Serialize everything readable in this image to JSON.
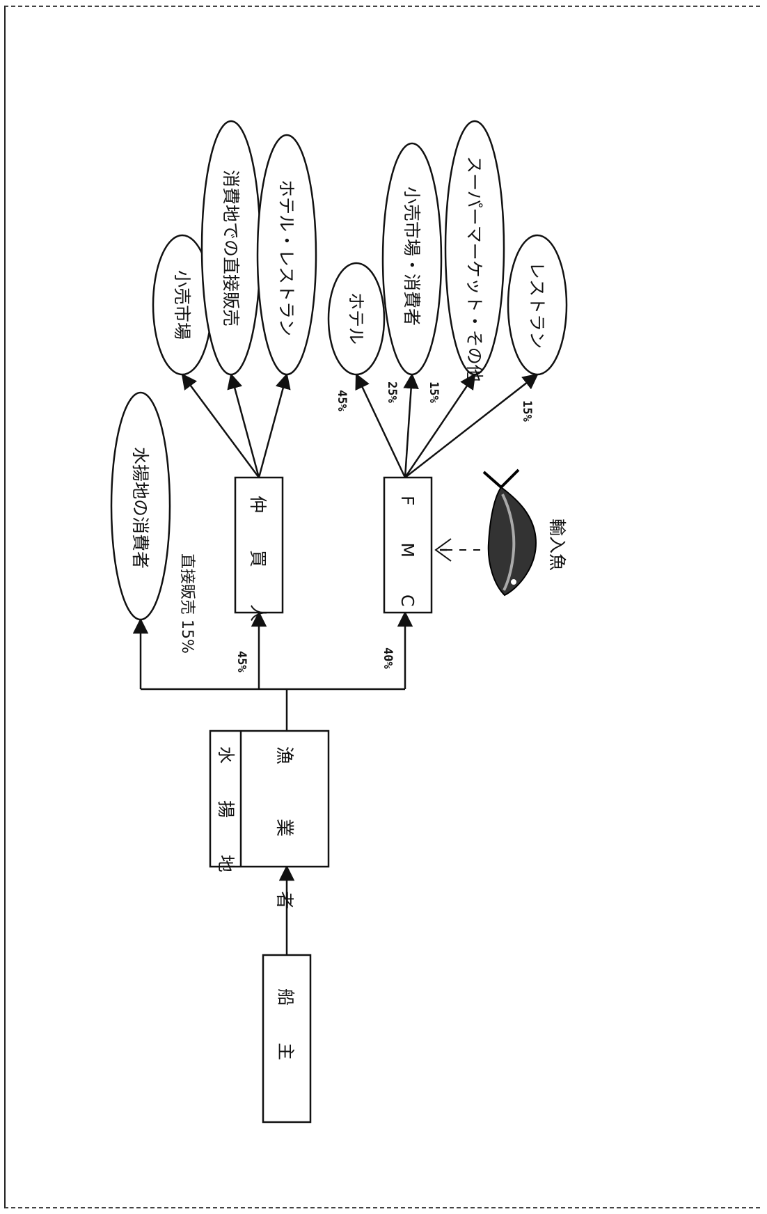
{
  "nodes": {
    "funanushi": "船　主",
    "mizuage_top": "水　揚　地",
    "mizuage_bottom": "漁　業　者",
    "nakagai": "仲　買　人",
    "fmc": "F　M　C",
    "local_consumer": "水揚地の消費者",
    "n_retail": "小売市場",
    "n_direct": "消費地での直接販売",
    "n_hotel_rest": "ホテル・レストラン",
    "f_hotel": "ホテル",
    "f_retail_consumer": "小売市場・消費者",
    "f_super": "スーパーマーケット・その他",
    "f_restaurant": "レストラン",
    "imported_fish": "輸入魚"
  },
  "labels": {
    "direct_sale": "直接販売 15%",
    "to_nakagai": "45%",
    "to_fmc": "40%",
    "fmc_hotel": "45%",
    "fmc_retail": "25%",
    "fmc_super": "15%",
    "fmc_restaurant": "15%"
  }
}
